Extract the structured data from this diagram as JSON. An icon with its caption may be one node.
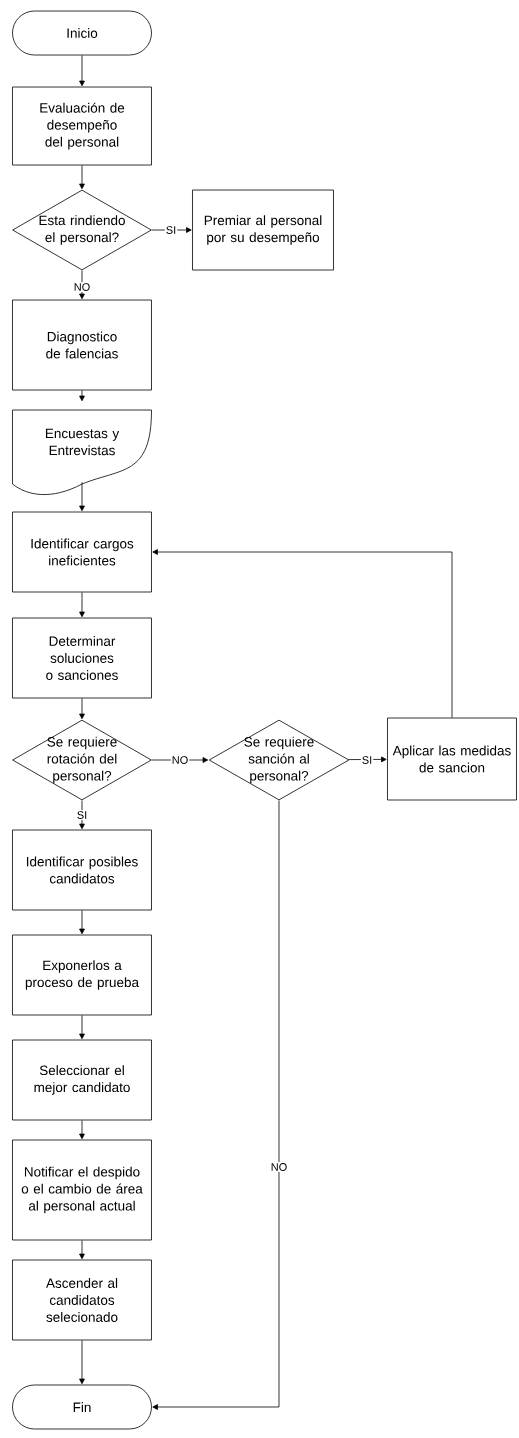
{
  "diagram": {
    "nodes": [
      {
        "text": [
          "Inicio"
        ]
      },
      {
        "text": [
          "Evaluación de desempeño del personal"
        ]
      },
      {
        "text": [
          "Esta rindiendo el personal?"
        ]
      },
      {
        "text": [
          "Premiar al personal por su desempeño"
        ]
      },
      {
        "text": [
          "Diagnostico de falencias"
        ]
      },
      {
        "text": [
          "Encuestas y Entrevistas"
        ]
      },
      {
        "text": [
          "Identificar cargos ineficientes"
        ]
      },
      {
        "text": [
          "Determinar soluciones o sanciones"
        ]
      },
      {
        "text": [
          "Se requiere rotación del personal?"
        ]
      },
      {
        "text": [
          "Se requiere sanción al personal?"
        ]
      },
      {
        "text": [
          "Aplicar las medidas de sancion"
        ]
      },
      {
        "text": [
          "Identificar posibles candidatos"
        ]
      },
      {
        "text": [
          "Exponerlos a proceso de prueba"
        ]
      },
      {
        "text": [
          "Seleccionar el mejor candidato"
        ]
      },
      {
        "text": [
          "Notificar el despido o el cambio de área al personal actual"
        ]
      },
      {
        "text": [
          "Ascender al candidatos selecionado"
        ]
      },
      {
        "text": [
          "Fin"
        ]
      }
    ],
    "edges": [
      {
        "from": 0,
        "to": 1,
        "arrow": "to"
      },
      {
        "from": 1,
        "to": 2,
        "arrow": "to"
      },
      {
        "from": 2,
        "to": 3,
        "arrow": "to",
        "label": "SI"
      },
      {
        "from": 2,
        "to": 4,
        "arrow": "to",
        "label": "NO"
      },
      {
        "from": 4,
        "to": 5,
        "arrow": "to"
      },
      {
        "from": 5,
        "to": 6,
        "arrow": "to"
      },
      {
        "from": 6,
        "to": 7,
        "arrow": "to"
      },
      {
        "from": 7,
        "to": 8,
        "arrow": "to"
      },
      {
        "from": 8,
        "to": 9,
        "arrow": "to",
        "label": "NO"
      },
      {
        "from": 9,
        "to": 10,
        "arrow": "to",
        "label": "SI"
      },
      {
        "from": 10,
        "to": 6,
        "arrow": "to"
      },
      {
        "from": 8,
        "to": 11,
        "arrow": "to",
        "label": "SI"
      },
      {
        "from": 11,
        "to": 12,
        "arrow": "to"
      },
      {
        "from": 12,
        "to": 13,
        "arrow": "to"
      },
      {
        "from": 13,
        "to": 14,
        "arrow": "to"
      },
      {
        "from": 14,
        "to": 15,
        "arrow": "to"
      },
      {
        "from": 15,
        "to": 16,
        "arrow": "to"
      },
      {
        "from": 9,
        "to": 16,
        "arrow": "to",
        "label": "NO"
      }
    ]
  }
}
